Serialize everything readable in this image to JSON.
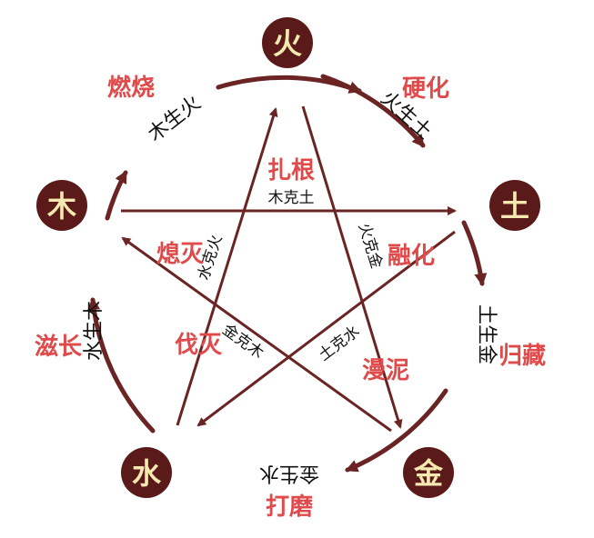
{
  "elements": {
    "fire": {
      "label": "火"
    },
    "earth": {
      "label": "土"
    },
    "metal": {
      "label": "金"
    },
    "water": {
      "label": "水"
    },
    "wood": {
      "label": "木"
    }
  },
  "generating": {
    "wood_fire": "木生火",
    "fire_earth": "火生土",
    "earth_metal": "土生金",
    "metal_water": "金生水",
    "water_wood": "水生木"
  },
  "controlling": {
    "wood_earth": "木克土",
    "fire_metal": "火克金",
    "earth_water": "土克水",
    "metal_wood": "金克木",
    "water_fire": "水克火"
  },
  "effects": {
    "burning": "燃烧",
    "hardening": "硬化",
    "storing": "归藏",
    "polishing": "打磨",
    "nourishing": "滋长",
    "rooting": "扎根",
    "melting": "融化",
    "extinguish": "熄灭",
    "felling": "伐灭",
    "silting": "漫泥"
  },
  "colors": {
    "node_fill": "#5a1a1a",
    "node_text": "#f5e8b0",
    "arrow": "#6b2424",
    "effect_text": "#e04a4a"
  }
}
